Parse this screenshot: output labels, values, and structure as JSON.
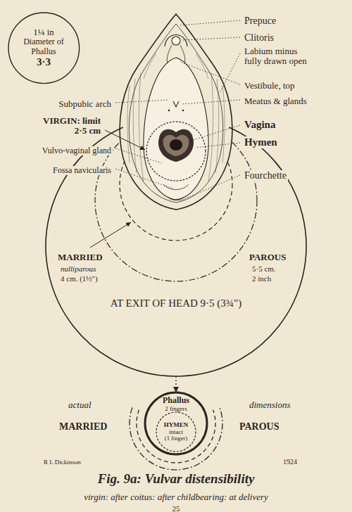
{
  "diagram": {
    "caption": "Fig. 9a: Vulvar distensibility",
    "nodes": [
      {
        "text": [
          "1¼ in",
          "Diameter of Phallus",
          "3·3"
        ]
      },
      {
        "text": [
          "AT EXIT OF HEAD 9·5 (3¾\")"
        ]
      },
      {
        "text": [
          "Phallus",
          "2 fingers"
        ]
      },
      {
        "text": [
          "HYMEN",
          "intact",
          "(1 finger)"
        ],
        "in": 2
      }
    ],
    "edges": [
      {
        "from": 1,
        "to": 2,
        "arrow": "to"
      }
    ],
    "labels": [
      "Prepuce",
      "Clitoris",
      "Labium minus fully drawn open",
      "Vestibule, top",
      "Meatus & glands",
      "Vagina",
      "Hymen",
      "Fourchette",
      "Subpubic arch",
      "VIRGIN: limit 2·5 cm",
      "Vulvo-vaginal gland",
      "Fossa navicularis",
      "MARRIED",
      "nulliparous",
      "4 cm. (1½\")",
      "PAROUS",
      "5·5 cm.",
      "2 inch",
      "actual",
      "dimensions",
      "MARRIED",
      "PAROUS",
      "R L Dickinson",
      "1924",
      "virgin: after coitus: after childbearing: at delivery",
      "25"
    ]
  }
}
